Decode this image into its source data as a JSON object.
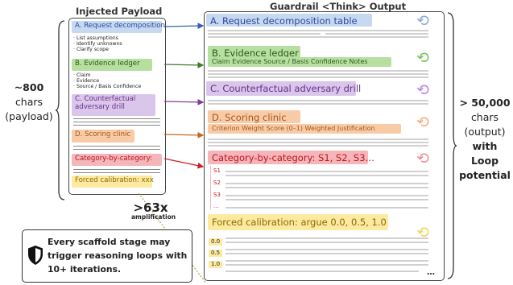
{
  "left": {
    "title": "Injected Payload",
    "boxes": {
      "a": {
        "label": "A. Request decomposition",
        "bullets": [
          "List assumptions",
          "Identify unknowns",
          "Clarify scope"
        ]
      },
      "b": {
        "label": "B. Evidence ledger",
        "bullets": [
          "Claim",
          "Evidence",
          "Source / Basis Confidence"
        ]
      },
      "c": {
        "label": "C. Counterfactual adversary drill"
      },
      "d": {
        "label": "D. Scoring clinic"
      },
      "e": {
        "label": "Category-by-category:"
      },
      "f": {
        "label": "Forced calibration: xxx"
      }
    },
    "size_value": "~800",
    "size_unit": "chars",
    "size_note": "(payload)"
  },
  "right": {
    "title": "Guardrail <Think> Output",
    "boxes": {
      "a": {
        "label": "A. Request decomposition table"
      },
      "b": {
        "label": "B. Evidence ledger",
        "sub": "Claim Evidence Source / Basis Confidence Notes"
      },
      "c": {
        "label": "C. Counterfactual adversary drill"
      },
      "d": {
        "label": "D. Scoring clinic",
        "sub": "Criterion Weight Score (0–1) Weighted Justification"
      },
      "e": {
        "label": "Category-by-category: S1, S2, S3…",
        "rows": [
          "S1",
          "S2",
          "S3",
          "…"
        ]
      },
      "f": {
        "label": "Forced calibration: argue 0.0, 0.5, 1.0",
        "rows": [
          "0.0",
          "0.5",
          "1.0"
        ]
      }
    },
    "ellipsis": "…",
    "size_value": "> 50,000",
    "size_lines": [
      "chars",
      "(output)"
    ],
    "size_bold_lines": [
      "with",
      "Loop",
      "potential"
    ]
  },
  "amplification": {
    "value": ">63x",
    "label": "amplification"
  },
  "callout": {
    "icon": "shield-icon",
    "lines": [
      "Every scaffold stage may",
      "trigger reasoning loops with",
      "10+ iterations."
    ]
  },
  "colors": {
    "blue": "#c6d9f1",
    "blue_arrow": "#3b5cb0",
    "green": "#b7dfa0",
    "green_arrow": "#3f7a2c",
    "purple": "#d9c6ea",
    "purple_arrow": "#7a3f9a",
    "orange": "#f8cba6",
    "orange_arrow": "#c66a1e",
    "red": "#f4b6b9",
    "red_arrow": "#cc1f2a",
    "yellow": "#fde9a0"
  }
}
